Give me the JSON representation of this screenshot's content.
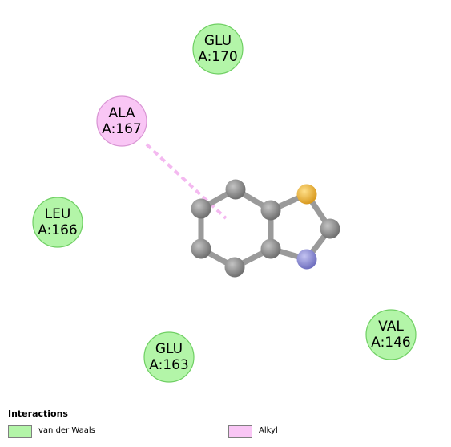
{
  "colors": {
    "vdw_fill": "#b3f5a8",
    "vdw_stroke": "#6fcf63",
    "alkyl_fill": "#f9c6f5",
    "alkyl_stroke": "#d995d4",
    "alkyl_line": "#f4b9f0",
    "carbon": "#8c8c8c",
    "sulfur": "#f0b843",
    "nitrogen": "#8f8fd9",
    "bond": "#9a9a9a"
  },
  "residues": [
    {
      "name": "GLU",
      "id": "A:170",
      "type": "vdw"
    },
    {
      "name": "ALA",
      "id": "A:167",
      "type": "alkyl"
    },
    {
      "name": "LEU",
      "id": "A:166",
      "type": "vdw"
    },
    {
      "name": "GLU",
      "id": "A:163",
      "type": "vdw"
    },
    {
      "name": "VAL",
      "id": "A:146",
      "type": "vdw"
    }
  ],
  "legend": {
    "title": "Interactions",
    "items": [
      {
        "label": "van der Waals",
        "type": "vdw"
      },
      {
        "label": "Alkyl",
        "type": "alkyl"
      }
    ]
  }
}
